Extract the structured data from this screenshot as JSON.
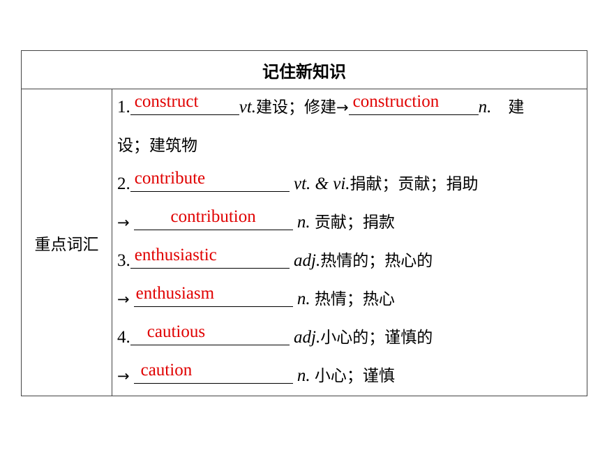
{
  "header": {
    "title": "记住新知识"
  },
  "left": {
    "label": "重点词汇"
  },
  "items": [
    {
      "num": "1.",
      "answer1": "construct",
      "pos1": "vt.",
      "meaning1": "建设；修建",
      "arrow": "→",
      "answer2": "construction",
      "pos2": "n.",
      "meaning2_line1": "建",
      "meaning2_line2": "设；建筑物"
    },
    {
      "num": "2.",
      "answer1": "contribute",
      "pos1": "vt. & vi.",
      "meaning1": "捐献；贡献；捐助",
      "arrow": "→",
      "answer2": "contribution",
      "pos2": "n.",
      "meaning2": "贡献；捐款"
    },
    {
      "num": "3.",
      "answer1": "enthusiastic",
      "pos1": "adj.",
      "meaning1": "热情的；热心的",
      "arrow": "→",
      "answer2": "enthusiasm",
      "pos2": "n.",
      "meaning2": "热情；热心"
    },
    {
      "num": "4.",
      "answer1": "cautious",
      "pos1": "adj.",
      "meaning1": "小心的；谨慎的",
      "arrow": "→",
      "answer2": "caution",
      "pos2": "n.",
      "meaning2": "小心；谨慎"
    }
  ]
}
